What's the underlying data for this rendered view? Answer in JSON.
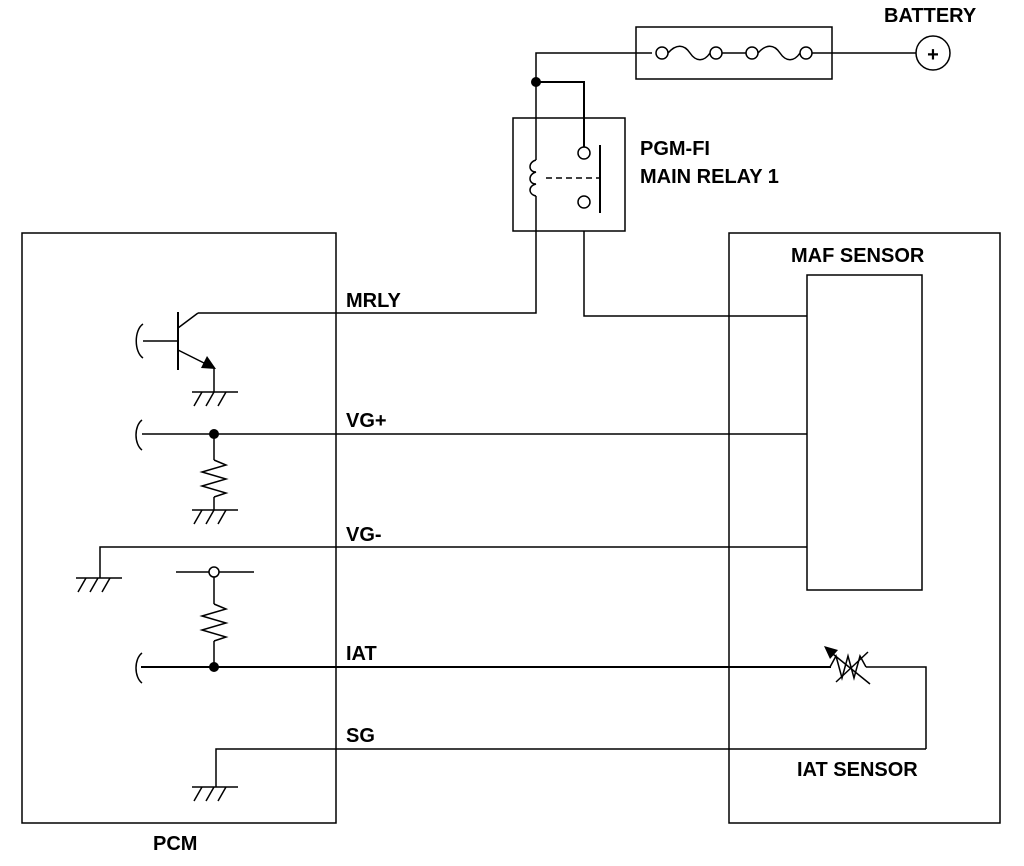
{
  "labels": {
    "battery": "BATTERY",
    "relay_line1": "PGM-FI",
    "relay_line2": "MAIN RELAY 1",
    "maf_sensor": "MAF SENSOR",
    "iat_sensor": "IAT SENSOR",
    "pcm": "PCM"
  },
  "wires": {
    "mrly": "MRLY",
    "vg_plus": "VG+",
    "vg_minus": "VG-",
    "iat": "IAT",
    "sg": "SG"
  },
  "symbols": {
    "battery_terminal": "+"
  }
}
